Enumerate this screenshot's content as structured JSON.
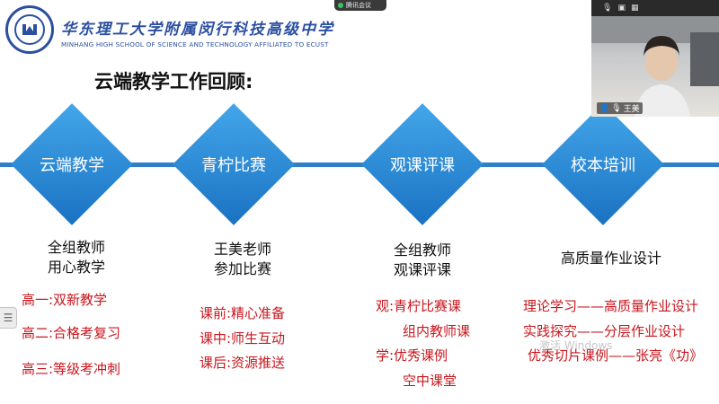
{
  "header": {
    "school_cn": "华东理工大学附属闵行科技高级中学",
    "school_en": "MINHANG HIGH SCHOOL OF SCIENCE AND TECHNOLOGY AFFILIATED TO ECUST"
  },
  "slide_title": "云端教学工作回顾:",
  "meeting": {
    "label": "腾讯会议"
  },
  "video": {
    "participant_name": "王美",
    "icons": [
      "microphone-icon",
      "camera-icon",
      "grid-icon"
    ]
  },
  "columns": [
    {
      "title": "云端教学",
      "desc": [
        "全组教师",
        "用心教学"
      ],
      "items": [
        "高一:双新教学",
        "高二:合格考复习",
        "高三:等级考冲刺"
      ]
    },
    {
      "title": "青柠比赛",
      "desc": [
        "王美老师",
        "参加比赛"
      ],
      "items": [
        "课前:精心准备",
        "课中:师生互动",
        "课后:资源推送"
      ]
    },
    {
      "title": "观课评课",
      "desc": [
        "全组教师",
        "观课评课"
      ],
      "items": [
        "观:青柠比赛课",
        "组内教师课",
        "学:优秀课例",
        "空中课堂"
      ]
    },
    {
      "title": "校本培训",
      "desc": [
        "高质量作业设计"
      ],
      "items": [
        "理论学习——高质量作业设计",
        "实践探究——分层作业设计",
        "优秀切片课例——张亮《功》"
      ]
    }
  ],
  "watermark": "激活 Windows",
  "colors": {
    "blue": "#2d7fc6",
    "red": "#c8161d",
    "school_blue": "#2b4fa0"
  }
}
